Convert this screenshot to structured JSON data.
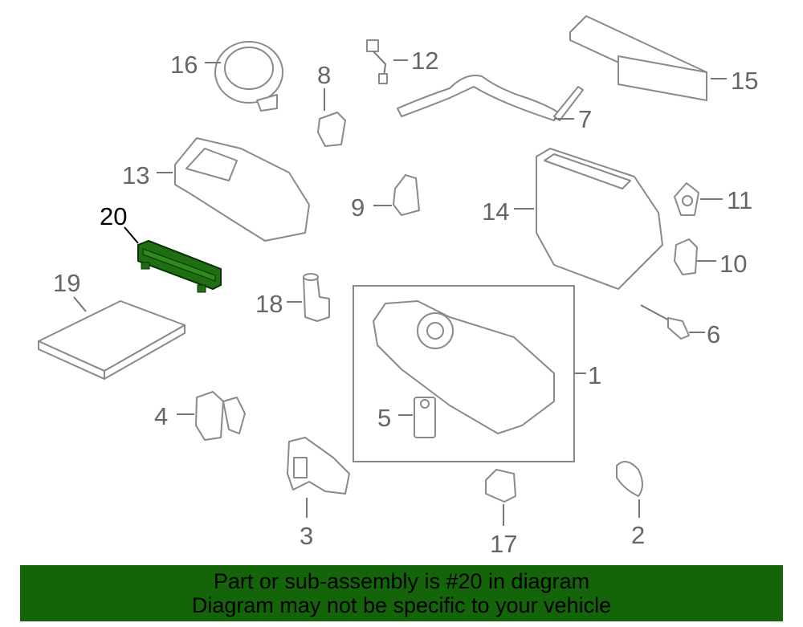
{
  "diagram": {
    "labels": {
      "p1": "1",
      "p2": "2",
      "p3": "3",
      "p4": "4",
      "p5": "5",
      "p6": "6",
      "p7": "7",
      "p8": "8",
      "p9": "9",
      "p10": "10",
      "p11": "11",
      "p12": "12",
      "p13": "13",
      "p14": "14",
      "p15": "15",
      "p16": "16",
      "p17": "17",
      "p18": "18",
      "p19": "19",
      "p20": "20"
    },
    "highlight_color": "#1f6e12",
    "banner_color": "#146409"
  },
  "banner": {
    "line1": "Part or sub-assembly is #20 in diagram",
    "line2": "Diagram may not be specific to your vehicle"
  }
}
